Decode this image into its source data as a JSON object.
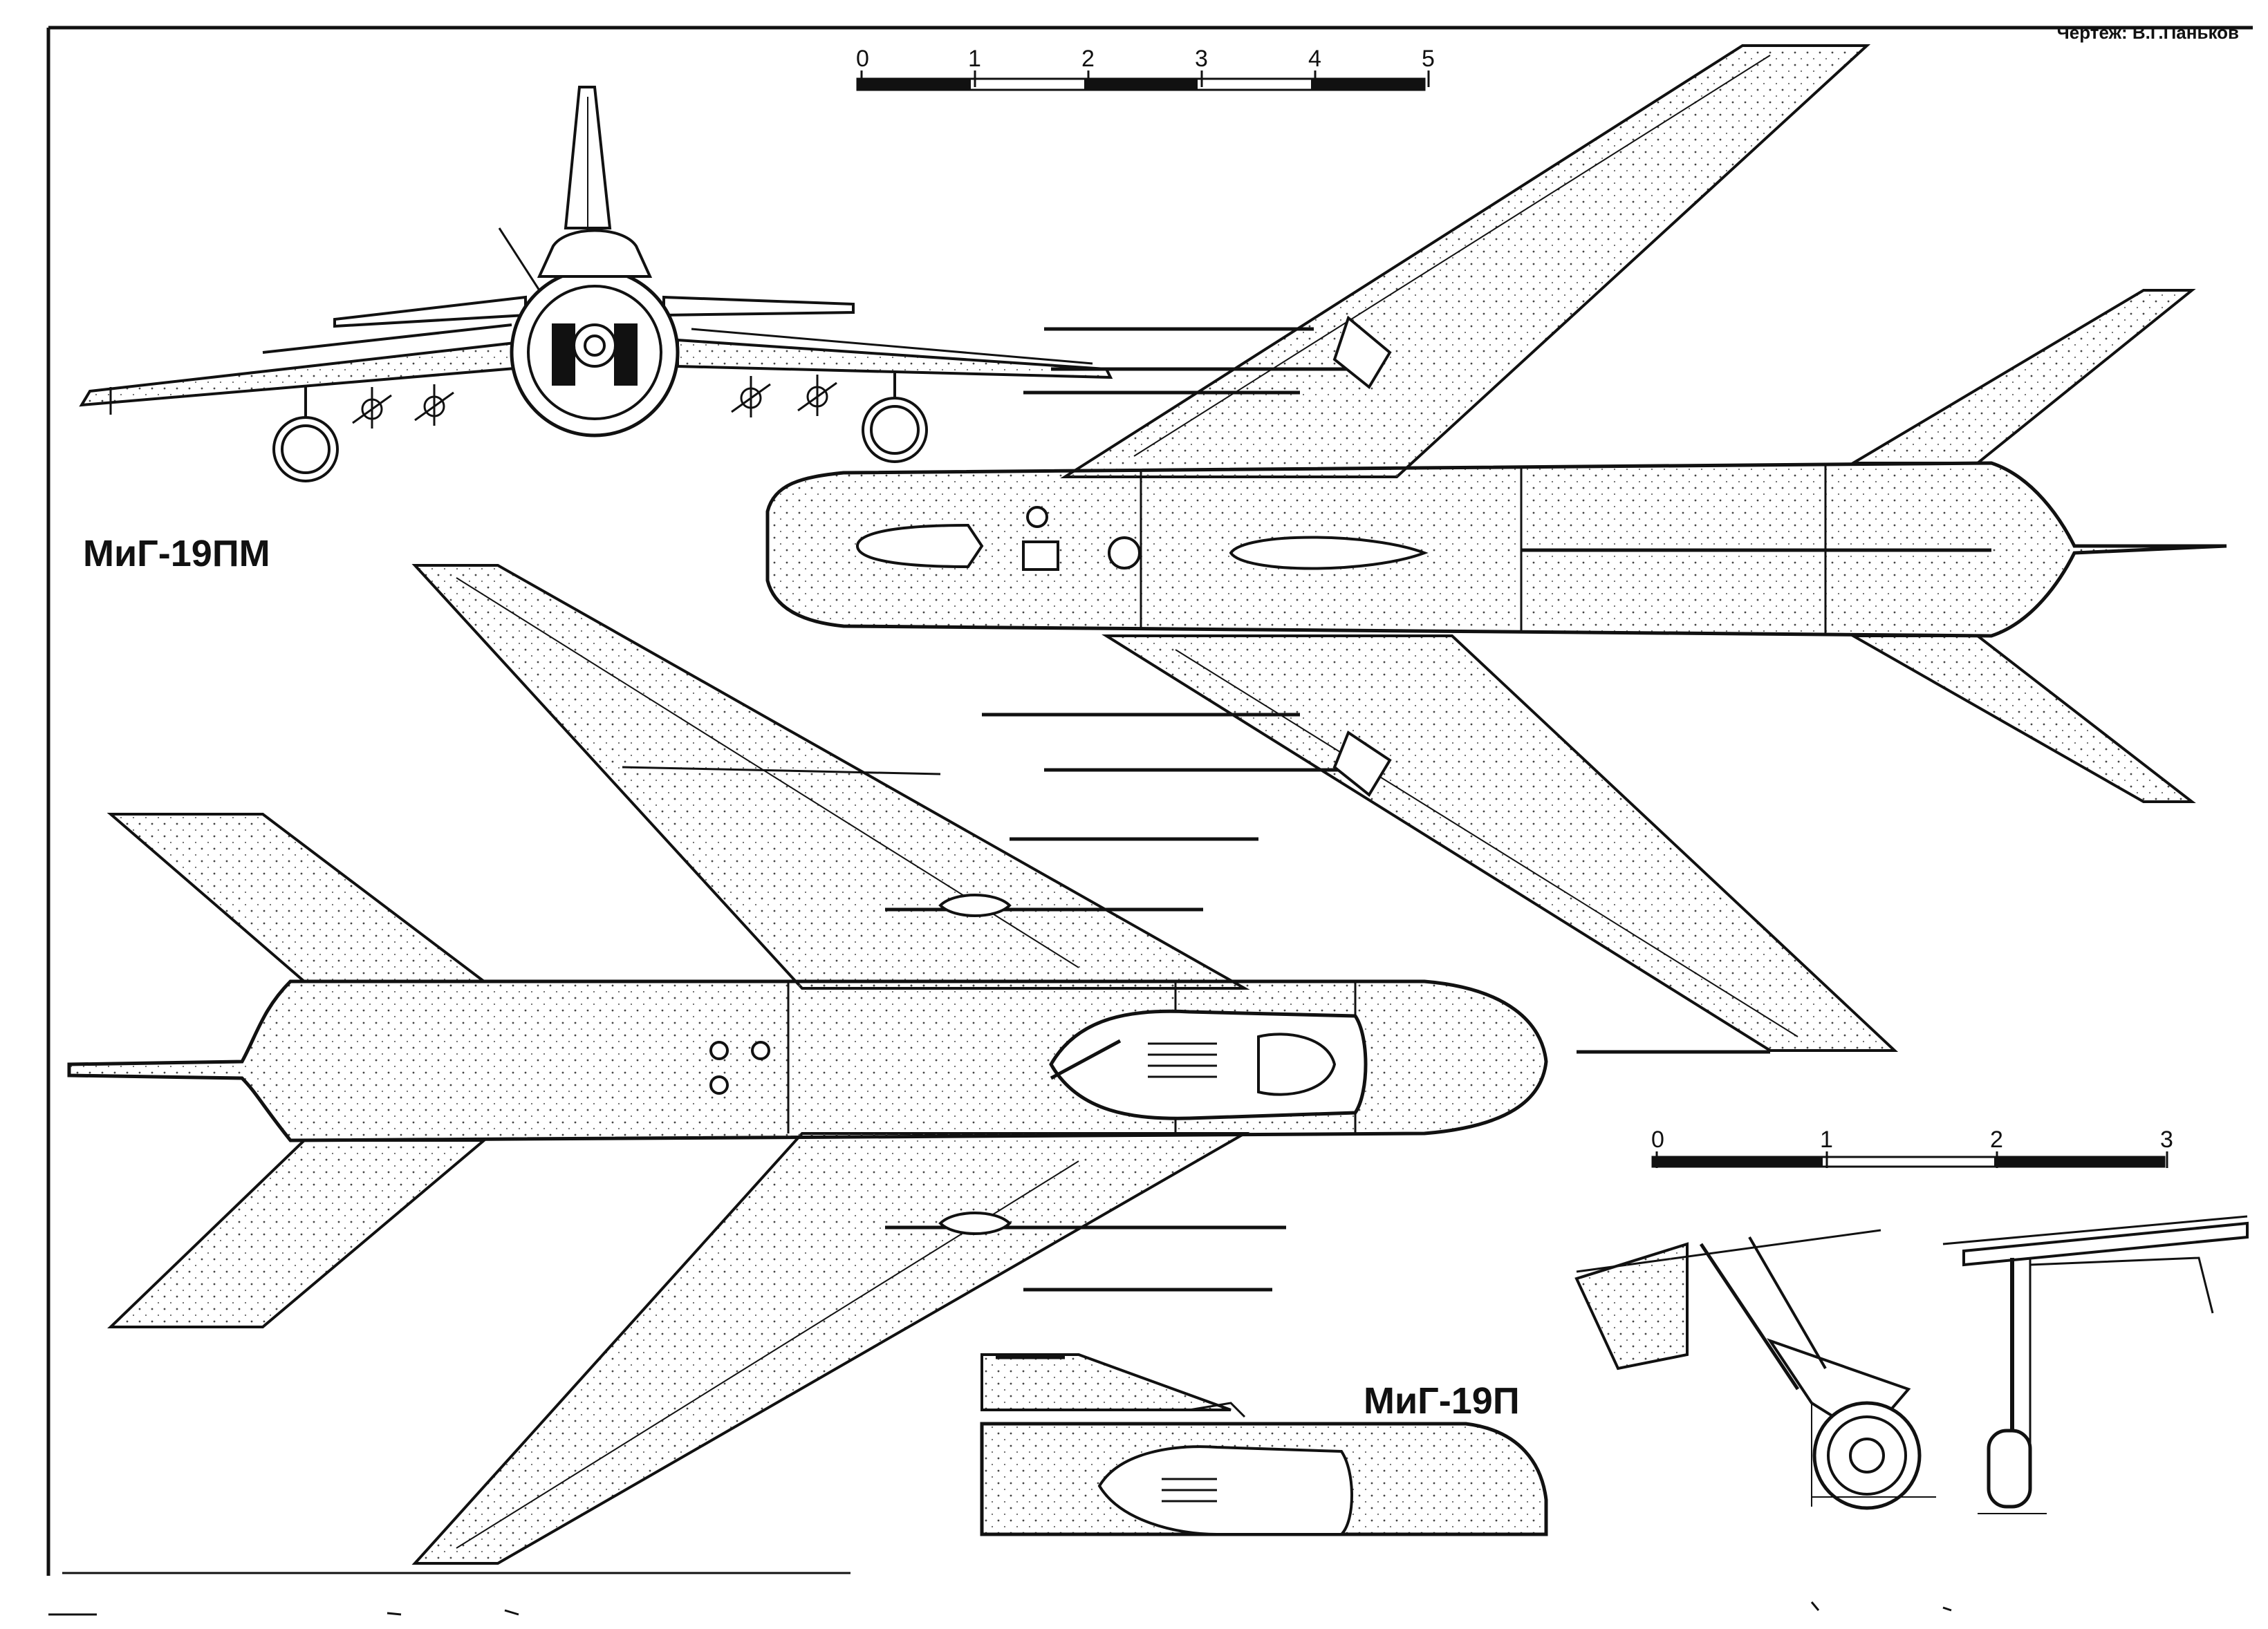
{
  "credit": "Чертеж: В.Г.Паньков",
  "labels": {
    "variant_pm": "МиГ-19ПМ",
    "variant_p": "МиГ-19П"
  },
  "scale_upper": [
    "0",
    "1",
    "2",
    "3",
    "4",
    "5"
  ],
  "scale_lower": [
    "0",
    "1",
    "2",
    "3"
  ],
  "colors": {
    "ink": "#111111",
    "paper": "#ffffff"
  }
}
